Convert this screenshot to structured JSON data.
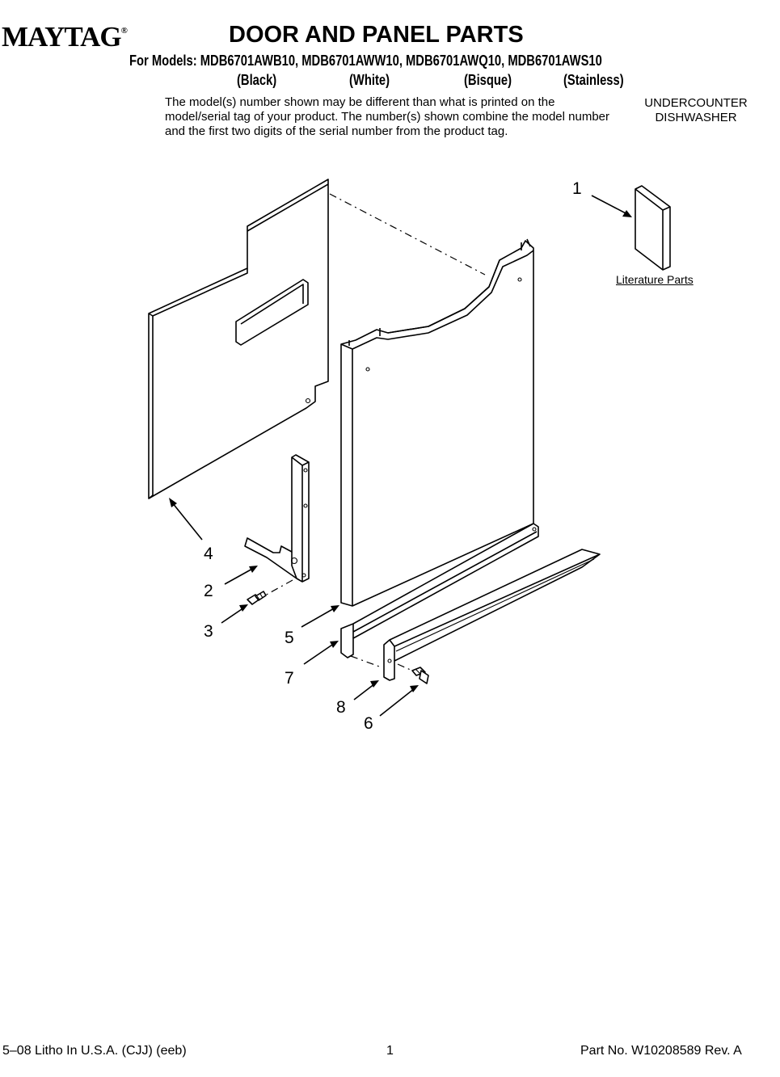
{
  "header": {
    "brand": "MAYTAG",
    "brand_mark": "®",
    "title": "DOOR AND PANEL PARTS",
    "models_line": "For Models: MDB6701AWB10, MDB6701AWW10, MDB6701AWQ10, MDB6701AWS10",
    "colors": [
      "(Black)",
      "(White)",
      "(Bisque)",
      "(Stainless)"
    ],
    "description": "The model(s) number shown may be different than what is printed on the model/serial tag of your product. The number(s) shown combine the model number and the first two digits of the serial number from the product tag.",
    "product_type_line1": "UNDERCOUNTER",
    "product_type_line2": "DISHWASHER"
  },
  "diagram": {
    "callouts": [
      "1",
      "2",
      "3",
      "4",
      "5",
      "6",
      "7",
      "8"
    ],
    "literature_label": "Literature Parts"
  },
  "footer": {
    "left": "5–08 Litho In U.S.A. (CJJ) (eeb)",
    "center": "1",
    "right": "Part No. W10208589 Rev. A"
  }
}
